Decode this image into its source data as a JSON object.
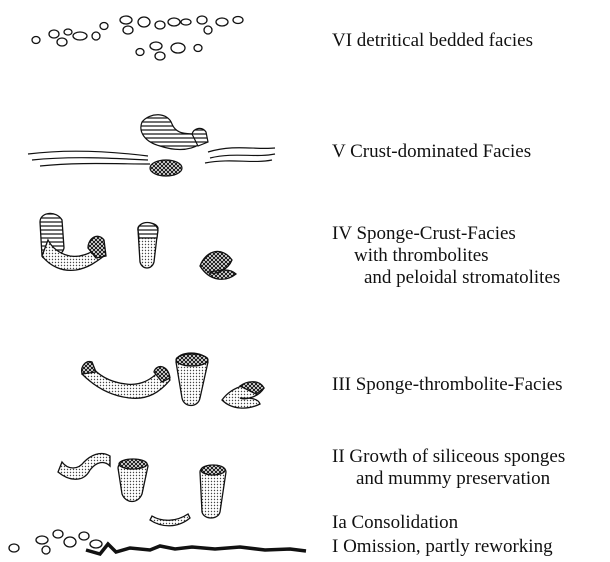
{
  "facies": [
    {
      "lines": [
        "VI  detritical bedded facies"
      ]
    },
    {
      "lines": [
        "V  Crust-dominated Facies"
      ]
    },
    {
      "lines": [
        "IV  Sponge-Crust-Facies",
        "with thrombolites",
        "and peloidal stromatolites"
      ]
    },
    {
      "lines": [
        "III  Sponge-thrombolite-Facies"
      ]
    },
    {
      "lines": [
        "II  Growth of siliceous sponges",
        "and mummy preservation"
      ]
    },
    {
      "lines": [
        "Ia  Consolidation"
      ]
    },
    {
      "lines": [
        "I  Omission, partly reworking"
      ]
    }
  ],
  "colors": {
    "ink": "#111111",
    "stipple": "#d4d4d4",
    "background": "#ffffff"
  }
}
